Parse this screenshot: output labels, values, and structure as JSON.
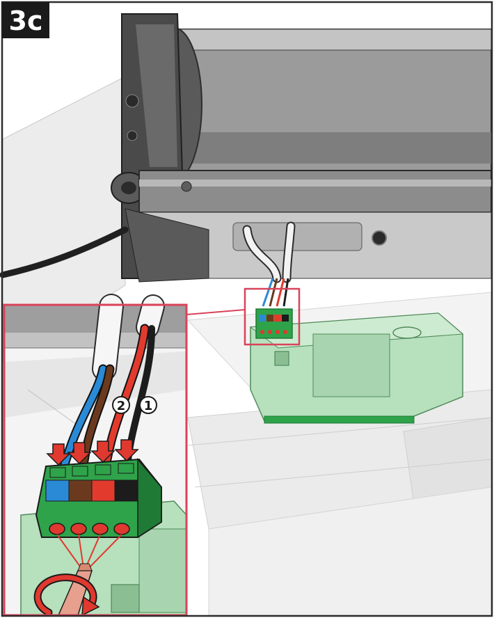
{
  "step": {
    "label": "3c"
  },
  "callouts": [
    {
      "label": "2"
    },
    {
      "label": "1"
    }
  ],
  "colors": {
    "frame": "#2b2b2b",
    "badge_bg": "#1a1a1a",
    "badge_text": "#ffffff",
    "highlight": "#d9435a",
    "arrow_red": "#e0392f",
    "terminal_green": "#2fa34a",
    "terminal_dark_green": "#1f7a35",
    "housing_light_green": "#b7e0bd",
    "wire_blue": "#2a8ad6",
    "wire_brown": "#6b3a1e",
    "wire_red": "#e23b2e",
    "wire_black": "#1c1c1c",
    "cable_white": "#f2f2f2",
    "motor_gray": "#9a9a9a",
    "bracket_dark": "#4a4a4a",
    "screwdriver_tip": "#e7a08e"
  },
  "icons": {
    "rotation": "rotate-arrow-icon",
    "press": "down-arrow-icon"
  }
}
